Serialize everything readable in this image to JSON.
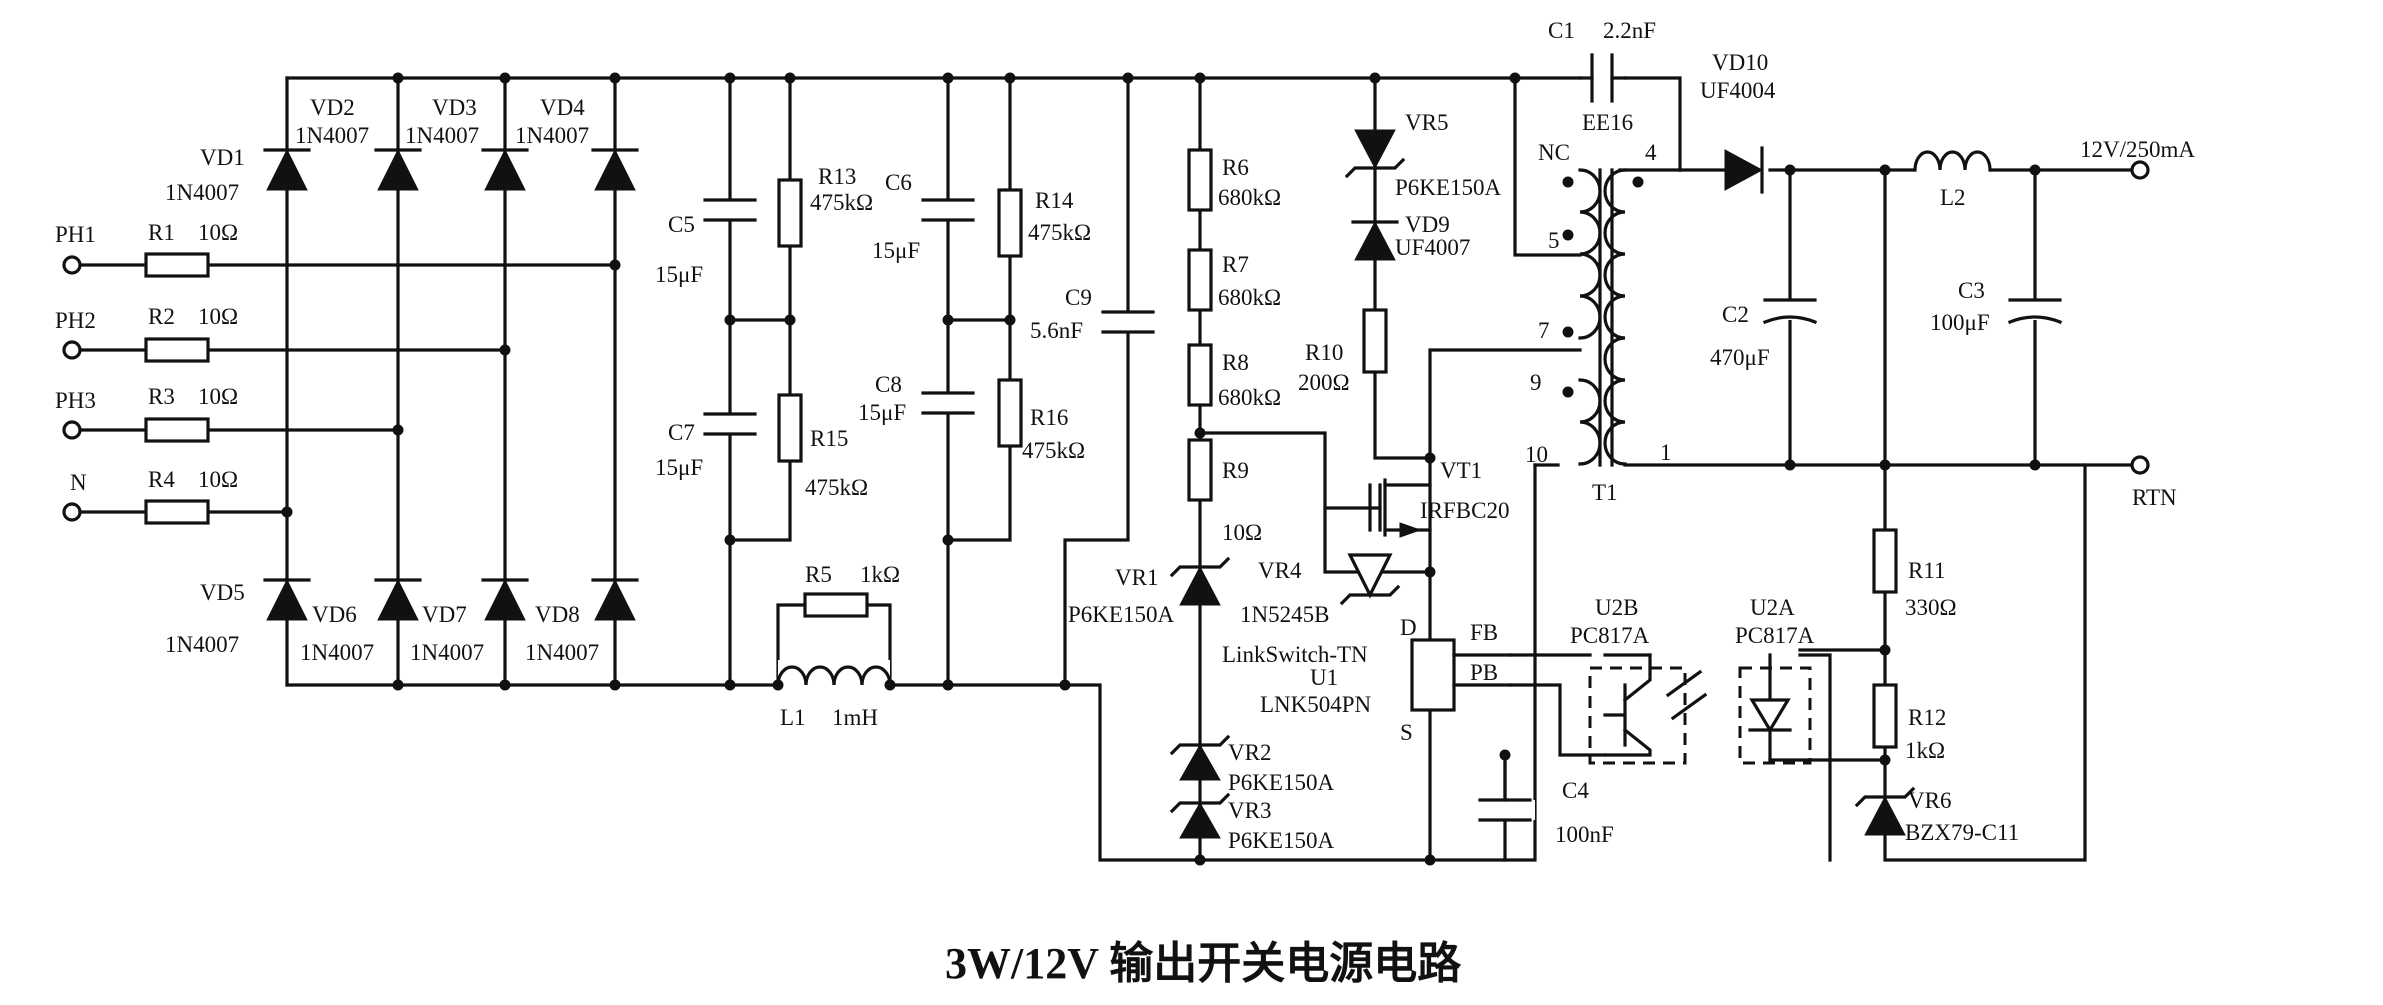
{
  "caption": "3W/12V 输出开关电源电路",
  "labels": {
    "PH1": "PH1",
    "PH2": "PH2",
    "PH3": "PH3",
    "N": "N",
    "R1": "R1",
    "R1v": "10Ω",
    "R2": "R2",
    "R2v": "10Ω",
    "R3": "R3",
    "R3v": "10Ω",
    "R4": "R4",
    "R4v": "10Ω",
    "VD1": "VD1",
    "VD1v": "1N4007",
    "VD2": "VD2",
    "VD2v": "1N4007",
    "VD3": "VD3",
    "VD3v": "1N4007",
    "VD4": "VD4",
    "VD4v": "1N4007",
    "VD5": "VD5",
    "VD5v": "1N4007",
    "VD6": "VD6",
    "VD6v": "1N4007",
    "VD7": "VD7",
    "VD7v": "1N4007",
    "VD8": "VD8",
    "VD8v": "1N4007",
    "C5": "C5",
    "C5v": "15μF",
    "C7": "C7",
    "C7v": "15μF",
    "R13": "R13",
    "R13v": "475kΩ",
    "R15": "R15",
    "R15v": "475kΩ",
    "C6": "C6",
    "C6v": "15μF",
    "C8": "C8",
    "C8v": "15μF",
    "R14": "R14",
    "R14v": "475kΩ",
    "R16": "R16",
    "R16v": "475kΩ",
    "R5": "R5",
    "R5v": "1kΩ",
    "L1": "L1",
    "L1v": "1mH",
    "C9": "C9",
    "C9v": "5.6nF",
    "R6": "R6",
    "R6v": "680kΩ",
    "R7": "R7",
    "R7v": "680kΩ",
    "R8": "R8",
    "R8v": "680kΩ",
    "R9": "R9",
    "R9v": "10Ω",
    "VR1": "VR1",
    "VR1v": "P6KE150A",
    "VR4": "VR4",
    "VR4v": "1N5245B",
    "VR2": "VR2",
    "VR2v": "P6KE150A",
    "VR3": "VR3",
    "VR3v": "P6KE150A",
    "VR5": "VR5",
    "VR5v": "P6KE150A",
    "VD9": "VD9",
    "VD9v": "UF4007",
    "R10": "R10",
    "R10v": "200Ω",
    "VT1": "VT1",
    "VT1v": "IRFBC20",
    "U1a": "LinkSwitch-TN",
    "U1": "U1",
    "U1v": "LNK504PN",
    "pinD": "D",
    "pinS": "S",
    "pinFB": "FB",
    "pinPB": "PB",
    "C1": "C1",
    "C1v": "2.2nF",
    "EE16": "EE16",
    "NC": "NC",
    "p4": "4",
    "p5": "5",
    "p7": "7",
    "p9": "9",
    "p10": "10",
    "p1": "1",
    "T1": "T1",
    "VD10": "VD10",
    "VD10v": "UF4004",
    "L2": "L2",
    "C2": "C2",
    "C2v": "470μF",
    "C3": "C3",
    "C3v": "100μF",
    "out": "12V/250mA",
    "RTN": "RTN",
    "U2B": "U2B",
    "U2Bv": "PC817A",
    "U2A": "U2A",
    "U2Av": "PC817A",
    "C4": "C4",
    "C4v": "100nF",
    "R11": "R11",
    "R11v": "330Ω",
    "R12": "R12",
    "R12v": "1kΩ",
    "VR6": "VR6",
    "VR6v": "BZX79-C11"
  }
}
